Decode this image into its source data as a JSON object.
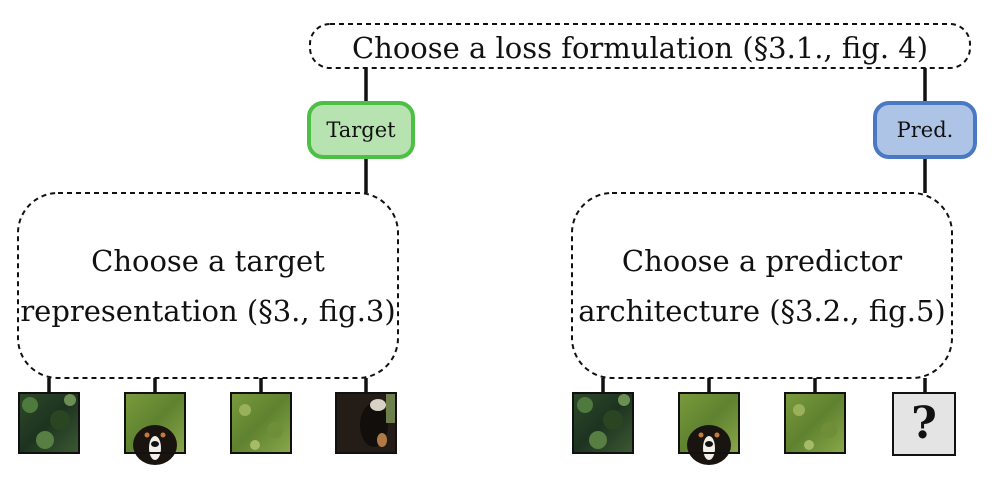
{
  "diagram": {
    "loss_box": {
      "label": "Choose a loss formulation (§3.1., fig. 4)"
    },
    "target_node": {
      "label": "Target",
      "fill": "#b6e3b0",
      "stroke": "#4cbf44"
    },
    "pred_node": {
      "label": "Pred.",
      "fill": "#aec4e6",
      "stroke": "#4a79c4"
    },
    "target_box": {
      "line1": "Choose a target",
      "line2": "representation (§3., fig.3)"
    },
    "predictor_box": {
      "line1": "Choose a predictor",
      "line2": "architecture (§3.2., fig.5)"
    },
    "unknown_thumb": {
      "label": "?"
    }
  }
}
